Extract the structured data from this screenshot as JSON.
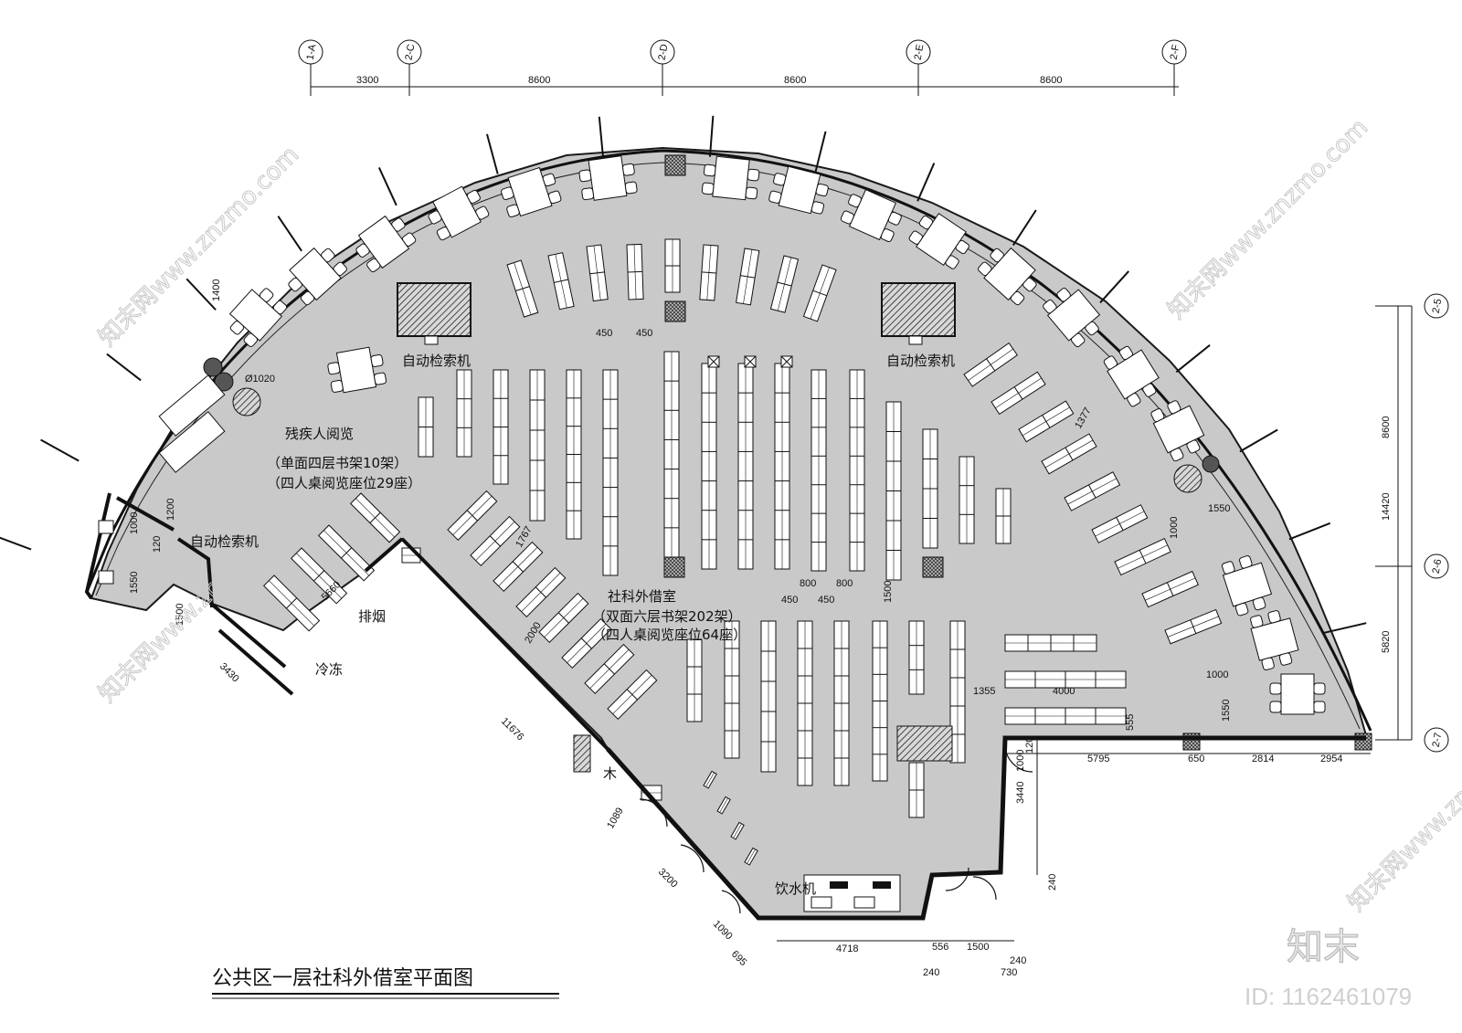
{
  "title": "公共区一层社科外借室平面图",
  "grid_axes": [
    "1-A",
    "2-C",
    "2-D",
    "2-E",
    "2-F",
    "2-5",
    "2-6",
    "2-7"
  ],
  "top_dims": [
    "3300",
    "8600",
    "8600",
    "8600"
  ],
  "right_dims": [
    "8600",
    "14420",
    "5820"
  ],
  "rooms": {
    "disabled": "残疾人阅览",
    "disabled_note1": "（单面四层书架10架）",
    "disabled_note2": "（四人桌阅览座位29座）",
    "main": "社科外借室",
    "main_note1": "（双面六层书架202架）",
    "main_note2": "（四人桌阅览座位64座）",
    "kiosk_left": "自动检索机",
    "kiosk_center": "自动检索机",
    "kiosk_right": "自动检索机",
    "smoke": "排烟",
    "cold": "冷冻",
    "water": "饮水机",
    "wood": "木"
  },
  "dims": {
    "d1400": "1400",
    "d450a": "450",
    "d450b": "450",
    "d1020": "Ø1020",
    "d1377": "1377",
    "d1550r": "1550",
    "d1000r": "1000",
    "d1767": "1767",
    "d800a": "800",
    "d800b": "800",
    "d450c": "450",
    "d450d": "450",
    "d1500c": "1500",
    "d1355": "1355",
    "d4000": "4000",
    "d555": "555",
    "d1000b": "1000",
    "d1550b": "1550",
    "d2000": "2000",
    "d5660": "5660",
    "d11676": "11676",
    "d1200": "1200",
    "d1000l": "1000",
    "d1550l": "1550",
    "d1500l": "1500",
    "d3430": "3430",
    "d120": "120",
    "d1089": "1089",
    "d3200": "3200",
    "d1090": "1090",
    "d695": "695",
    "d4718": "4718",
    "d556": "556",
    "d1500b": "1500",
    "d240b": "240",
    "d240c": "240",
    "d730": "730",
    "d3440": "3440",
    "d240r": "240",
    "d1000e": "1000",
    "d120e": "120",
    "d5795": "5795",
    "d650": "650",
    "d2814": "2814",
    "d2954": "2954"
  },
  "watermark": {
    "site": "知末网www.znzmo.com",
    "logo": "知末",
    "id": "ID: 1162461079"
  }
}
